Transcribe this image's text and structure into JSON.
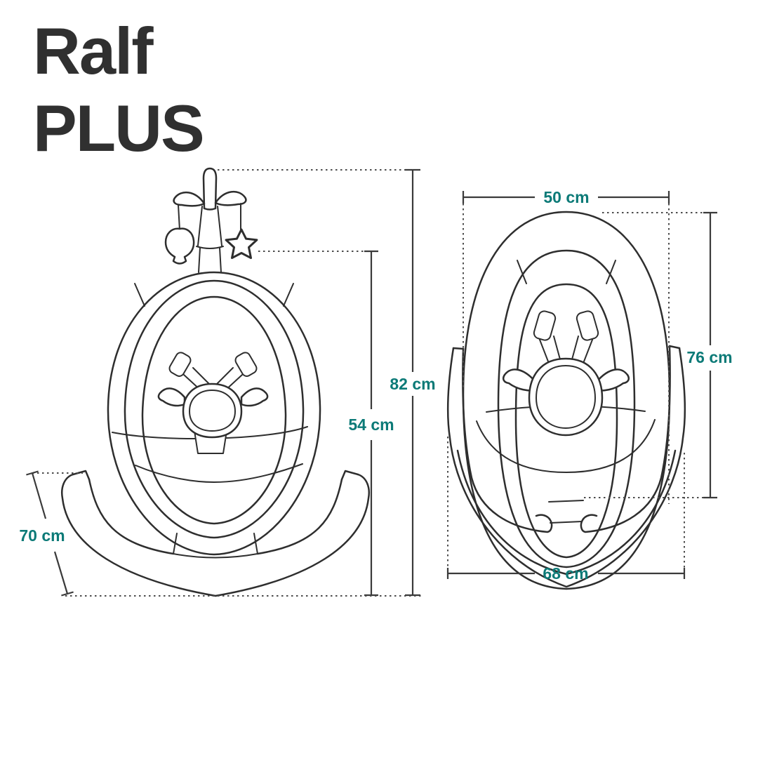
{
  "title": {
    "line1": "Ralf",
    "line2": "PLUS"
  },
  "colors": {
    "background": "#ffffff",
    "title_text": "#303030",
    "drawing_line": "#2e2e2e",
    "dimension_line": "#3a3a3a",
    "accent_teal": "#0c7a77"
  },
  "left_figure": {
    "description": "baby swing front view with carry handle and toy mobile (balloon-toy-icon, star-toy-icon)",
    "dimensions": {
      "total_height": "82 cm",
      "seat_height": "54 cm",
      "base_depth": "70 cm"
    }
  },
  "right_figure": {
    "description": "baby swing front close-up view with 5-point harness",
    "dimensions": {
      "seat_width": "50 cm",
      "backrest_height": "76 cm",
      "base_width": "68 cm"
    }
  }
}
